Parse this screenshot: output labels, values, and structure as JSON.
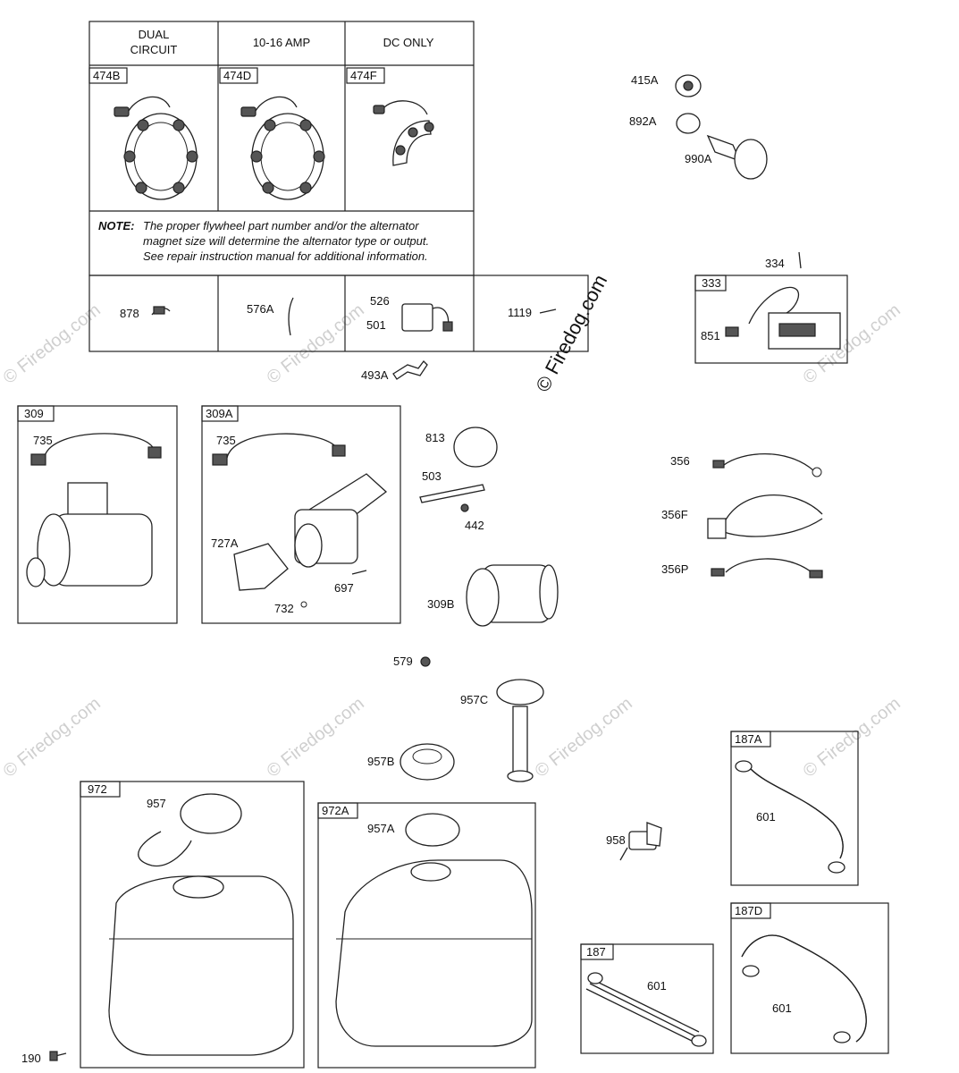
{
  "alternator_table": {
    "headers": [
      "DUAL\nCIRCUIT",
      "10-16 AMP",
      "DC ONLY"
    ],
    "header_lines": [
      [
        "DUAL",
        "CIRCUIT"
      ],
      [
        "10-16 AMP"
      ],
      [
        "DC ONLY"
      ]
    ],
    "tags": [
      "474B",
      "474D",
      "474F"
    ],
    "note_label": "NOTE:",
    "note_lines": [
      "The proper flywheel part number and/or the alternator",
      "magnet size will determine the alternator type or output.",
      "See repair instruction manual for additional information."
    ],
    "bottom_row": [
      {
        "labels": [
          "878"
        ]
      },
      {
        "labels": [
          "576A"
        ]
      },
      {
        "labels": [
          "526",
          "501"
        ]
      },
      {
        "labels": [
          "1119"
        ]
      }
    ]
  },
  "watermark": "© Firedog.com",
  "groups": {
    "g309": "309",
    "g309A": "309A",
    "g333": "333",
    "g972": "972",
    "g972A": "972A",
    "g187A": "187A",
    "g187": "187",
    "g187D": "187D"
  },
  "labels": {
    "l415A": "415A",
    "l892A": "892A",
    "l990A": "990A",
    "l334": "334",
    "l851": "851",
    "l493A": "493A",
    "l735a": "735",
    "l735b": "735",
    "l727A": "727A",
    "l697": "697",
    "l732": "732",
    "l813": "813",
    "l503": "503",
    "l442": "442",
    "l309B": "309B",
    "l579": "579",
    "l356": "356",
    "l356F": "356F",
    "l356P": "356P",
    "l957C": "957C",
    "l957B": "957B",
    "l957": "957",
    "l957A": "957A",
    "l958": "958",
    "l601a": "601",
    "l601b": "601",
    "l601c": "601",
    "l190": "190"
  }
}
